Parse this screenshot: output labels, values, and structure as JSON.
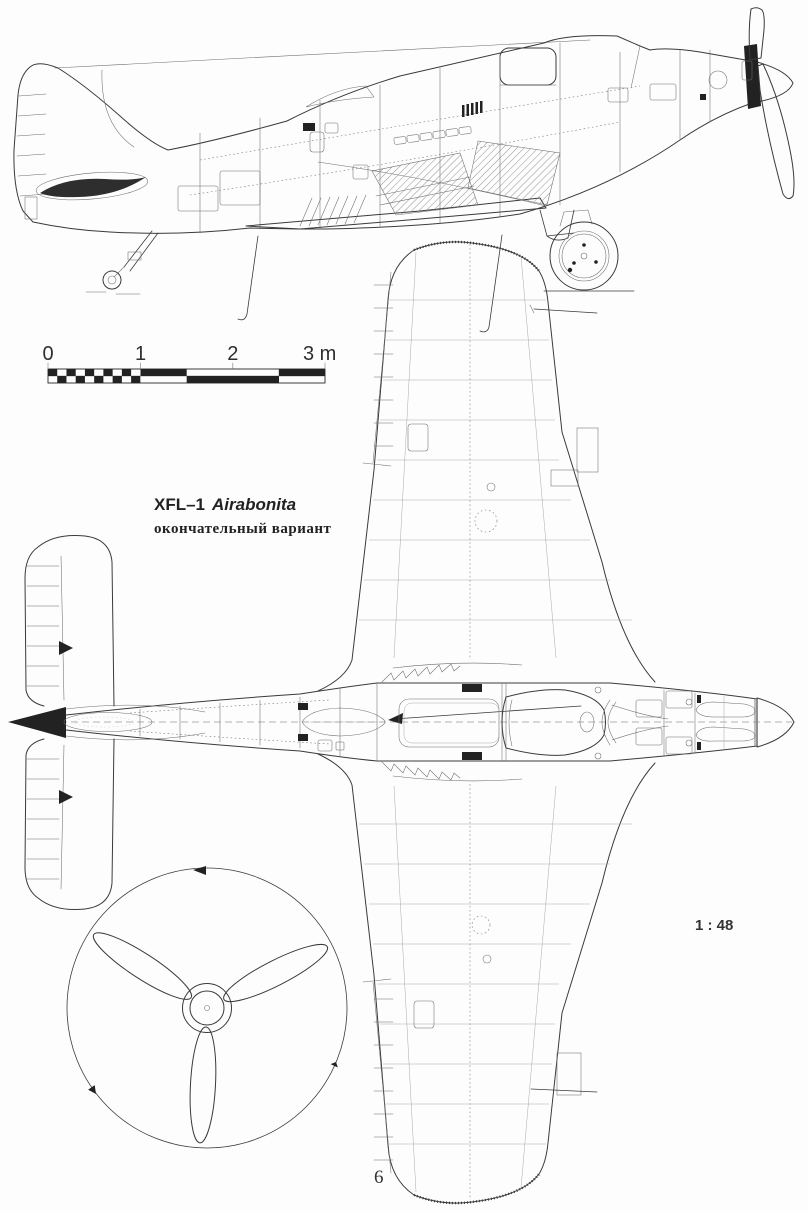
{
  "page": {
    "number": "6"
  },
  "drawing": {
    "title_model": "XFL–1",
    "title_name": "Airabonita",
    "subtitle": "окончательный вариант",
    "scale_ratio": "1 : 48",
    "scale_bar": {
      "labels": [
        "0",
        "1",
        "2",
        "3 m"
      ]
    }
  },
  "colors": {
    "ink": "#3a3a3a",
    "paper": "#fdfdfd",
    "dark_fill": "#222222"
  }
}
